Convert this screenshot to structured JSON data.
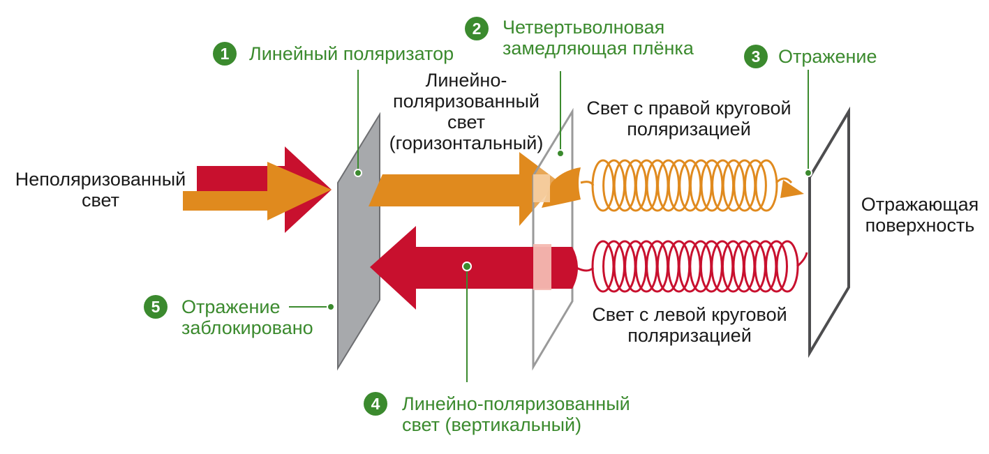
{
  "colors": {
    "accent_green": "#3b8a2e",
    "orange": "#e08a1e",
    "red": "#c8102e",
    "polarizer_gray": "#a7a9ac",
    "frame_dark": "#4d4d4f"
  },
  "callouts": [
    {
      "num": "1",
      "text": "Линейный поляризатор"
    },
    {
      "num": "2",
      "line1": "Четвертьволновая",
      "line2": "замедляющая плёнка"
    },
    {
      "num": "3",
      "text": "Отражение"
    },
    {
      "num": "4",
      "line1": "Линейно-поляризованный",
      "line2": "свет (вертикальный)"
    },
    {
      "num": "5",
      "line1": "Отражение",
      "line2": "заблокировано"
    }
  ],
  "labels": {
    "unpolarized": [
      "Неполяризованный",
      "свет"
    ],
    "linear_horizontal": [
      "Линейно-",
      "поляризованный",
      "свет",
      "(горизонтальный)"
    ],
    "right_circular": [
      "Свет с правой круговой",
      "поляризацией"
    ],
    "left_circular": [
      "Свет с левой круговой",
      "поляризацией"
    ],
    "reflective_surface": [
      "Отражающая",
      "поверхность"
    ]
  }
}
